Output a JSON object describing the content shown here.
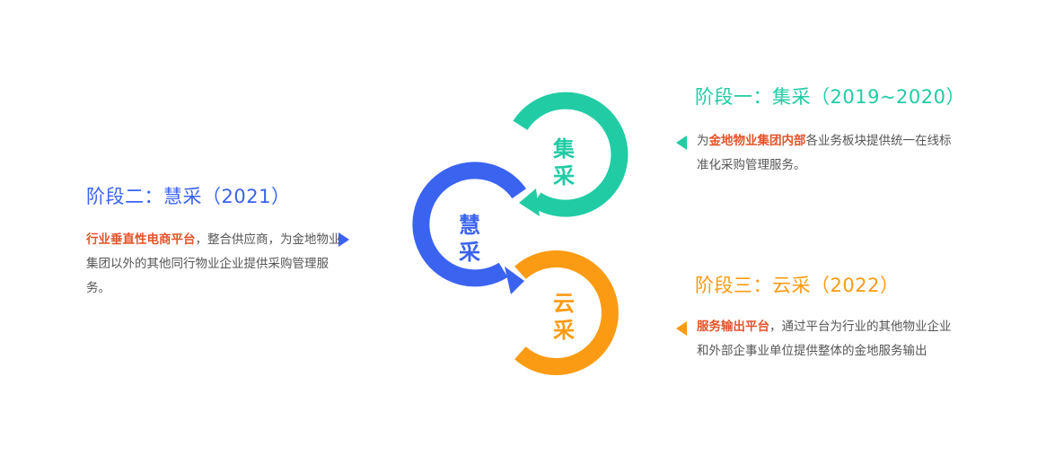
{
  "colors": {
    "green": "#21cca5",
    "blue": "#3a63f0",
    "orange": "#fb9b13",
    "highlight": "#e3542a",
    "text": "#555555"
  },
  "cycles": [
    {
      "char1": "集",
      "char2": "采"
    },
    {
      "char1": "慧",
      "char2": "采"
    },
    {
      "char1": "云",
      "char2": "采"
    }
  ],
  "stages": [
    {
      "title": "阶段一：集采（2019~2020）",
      "desc_prefix": "为",
      "highlight": "金地物业集团内部",
      "desc_rest": "各业务板块提供统一在线标准化采购管理服务。"
    },
    {
      "title": "阶段二：慧采（2021）",
      "desc_prefix": "",
      "highlight": "行业垂直性电商平台",
      "desc_rest": "，整合供应商，为金地物业集团以外的其他同行物业企业提供采购管理服务。"
    },
    {
      "title": "阶段三：云采（2022）",
      "desc_prefix": "",
      "highlight": "服务输出平台",
      "desc_rest": "，通过平台为行业的其他物业企业和外部企事业单位提供整体的金地服务输出"
    }
  ]
}
